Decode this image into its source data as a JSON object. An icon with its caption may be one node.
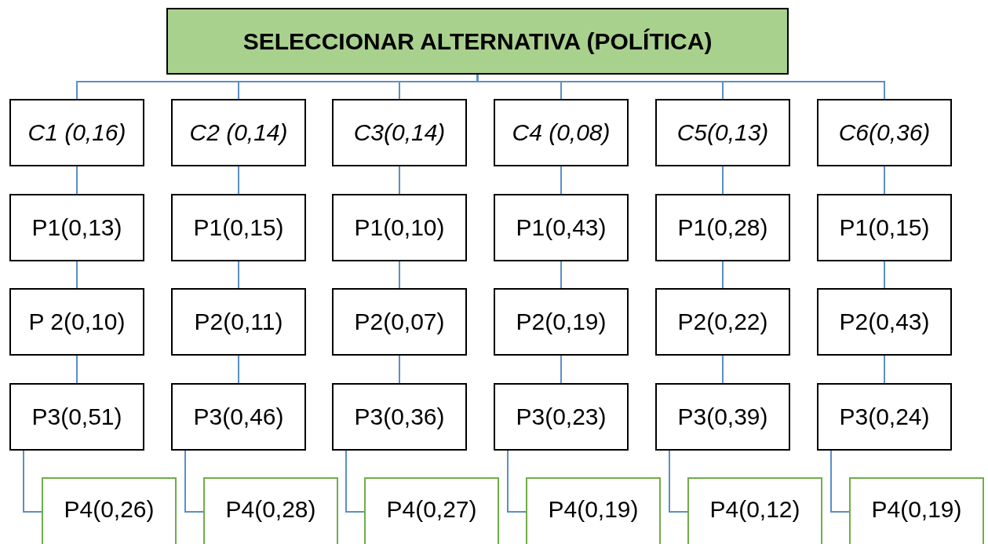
{
  "diagram": {
    "nodes": [
      {
        "text": [
          "SELECCIONAR ALTERNATIVA (POLÍTICA)"
        ]
      },
      {
        "text": [
          "C1 (0,16)"
        ]
      },
      {
        "text": [
          "C2 (0,14)"
        ]
      },
      {
        "text": [
          "C3(0,14)"
        ]
      },
      {
        "text": [
          "C4 (0,08)"
        ]
      },
      {
        "text": [
          "C5(0,13)"
        ]
      },
      {
        "text": [
          "C6(0,36)"
        ]
      },
      {
        "text": [
          "P1(0,13)"
        ]
      },
      {
        "text": [
          "P1(0,15)"
        ]
      },
      {
        "text": [
          "P1(0,10)"
        ]
      },
      {
        "text": [
          "P1(0,43)"
        ]
      },
      {
        "text": [
          "P1(0,28)"
        ]
      },
      {
        "text": [
          "P1(0,15)"
        ]
      },
      {
        "text": [
          "P 2(0,10)"
        ]
      },
      {
        "text": [
          "P2(0,11)"
        ]
      },
      {
        "text": [
          "P2(0,07)"
        ]
      },
      {
        "text": [
          "P2(0,19)"
        ]
      },
      {
        "text": [
          "P2(0,22)"
        ]
      },
      {
        "text": [
          "P2(0,43)"
        ]
      },
      {
        "text": [
          "P3(0,51)"
        ]
      },
      {
        "text": [
          "P3(0,46)"
        ]
      },
      {
        "text": [
          "P3(0,36)"
        ]
      },
      {
        "text": [
          "P3(0,23)"
        ]
      },
      {
        "text": [
          "P3(0,39)"
        ]
      },
      {
        "text": [
          "P3(0,24)"
        ]
      },
      {
        "text": [
          "P4(0,26)"
        ]
      },
      {
        "text": [
          "P4(0,28)"
        ]
      },
      {
        "text": [
          "P4(0,27)"
        ]
      },
      {
        "text": [
          "P4(0,19)"
        ]
      },
      {
        "text": [
          "P4(0,12)"
        ]
      },
      {
        "text": [
          "P4(0,19)"
        ]
      }
    ],
    "edges": [
      {
        "from": 0,
        "to": 1,
        "arrow": "none"
      },
      {
        "from": 0,
        "to": 2,
        "arrow": "none"
      },
      {
        "from": 0,
        "to": 3,
        "arrow": "none"
      },
      {
        "from": 0,
        "to": 4,
        "arrow": "none"
      },
      {
        "from": 0,
        "to": 5,
        "arrow": "none"
      },
      {
        "from": 0,
        "to": 6,
        "arrow": "none"
      },
      {
        "from": 1,
        "to": 7,
        "arrow": "none"
      },
      {
        "from": 2,
        "to": 8,
        "arrow": "none"
      },
      {
        "from": 3,
        "to": 9,
        "arrow": "none"
      },
      {
        "from": 4,
        "to": 10,
        "arrow": "none"
      },
      {
        "from": 5,
        "to": 11,
        "arrow": "none"
      },
      {
        "from": 6,
        "to": 12,
        "arrow": "none"
      },
      {
        "from": 7,
        "to": 13,
        "arrow": "none"
      },
      {
        "from": 8,
        "to": 14,
        "arrow": "none"
      },
      {
        "from": 9,
        "to": 15,
        "arrow": "none"
      },
      {
        "from": 10,
        "to": 16,
        "arrow": "none"
      },
      {
        "from": 11,
        "to": 17,
        "arrow": "none"
      },
      {
        "from": 12,
        "to": 18,
        "arrow": "none"
      },
      {
        "from": 13,
        "to": 19,
        "arrow": "none"
      },
      {
        "from": 14,
        "to": 20,
        "arrow": "none"
      },
      {
        "from": 15,
        "to": 21,
        "arrow": "none"
      },
      {
        "from": 16,
        "to": 22,
        "arrow": "none"
      },
      {
        "from": 17,
        "to": 23,
        "arrow": "none"
      },
      {
        "from": 18,
        "to": 24,
        "arrow": "none"
      },
      {
        "from": 19,
        "to": 25,
        "arrow": "none"
      },
      {
        "from": 20,
        "to": 26,
        "arrow": "none"
      },
      {
        "from": 21,
        "to": 27,
        "arrow": "none"
      },
      {
        "from": 22,
        "to": 28,
        "arrow": "none"
      },
      {
        "from": 23,
        "to": 29,
        "arrow": "none"
      },
      {
        "from": 24,
        "to": 30,
        "arrow": "none"
      }
    ]
  }
}
